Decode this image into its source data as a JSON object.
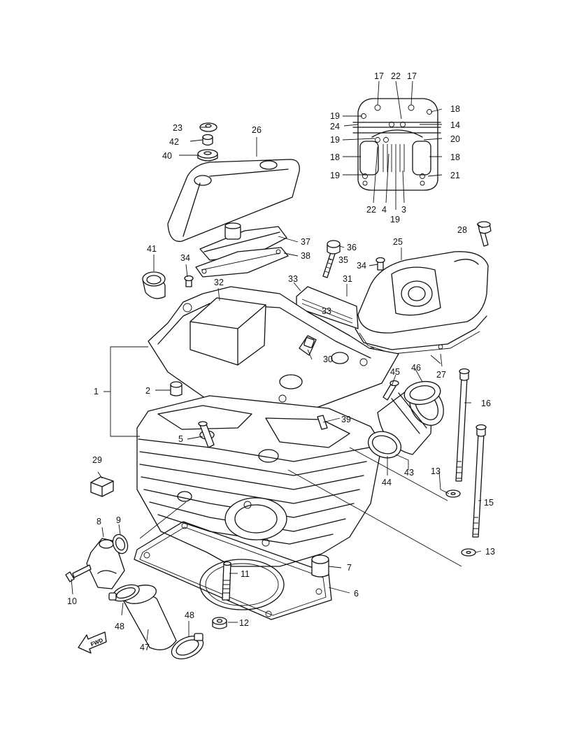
{
  "callouts": [
    {
      "key": "c1",
      "text": "1"
    },
    {
      "key": "c2",
      "text": "2"
    },
    {
      "key": "c3",
      "text": "3"
    },
    {
      "key": "c4",
      "text": "4"
    },
    {
      "key": "c5",
      "text": "5"
    },
    {
      "key": "c6",
      "text": "6"
    },
    {
      "key": "c7",
      "text": "7"
    },
    {
      "key": "c8",
      "text": "8"
    },
    {
      "key": "c9",
      "text": "9"
    },
    {
      "key": "c10",
      "text": "10"
    },
    {
      "key": "c11",
      "text": "11"
    },
    {
      "key": "c12",
      "text": "12"
    },
    {
      "key": "c13a",
      "text": "13"
    },
    {
      "key": "c13b",
      "text": "13"
    },
    {
      "key": "c14",
      "text": "14"
    },
    {
      "key": "c15",
      "text": "15"
    },
    {
      "key": "c16",
      "text": "16"
    },
    {
      "key": "c17a",
      "text": "17"
    },
    {
      "key": "c17b",
      "text": "17"
    },
    {
      "key": "c18a",
      "text": "18"
    },
    {
      "key": "c18b",
      "text": "18"
    },
    {
      "key": "c18c",
      "text": "18"
    },
    {
      "key": "c19a",
      "text": "19"
    },
    {
      "key": "c19b",
      "text": "19"
    },
    {
      "key": "c19c",
      "text": "19"
    },
    {
      "key": "c19d",
      "text": "19"
    },
    {
      "key": "c20",
      "text": "20"
    },
    {
      "key": "c21",
      "text": "21"
    },
    {
      "key": "c22a",
      "text": "22"
    },
    {
      "key": "c22b",
      "text": "22"
    },
    {
      "key": "c23",
      "text": "23"
    },
    {
      "key": "c24",
      "text": "24"
    },
    {
      "key": "c25",
      "text": "25"
    },
    {
      "key": "c26",
      "text": "26"
    },
    {
      "key": "c27",
      "text": "27"
    },
    {
      "key": "c28",
      "text": "28"
    },
    {
      "key": "c29",
      "text": "29"
    },
    {
      "key": "c30",
      "text": "30"
    },
    {
      "key": "c31",
      "text": "31"
    },
    {
      "key": "c32",
      "text": "32"
    },
    {
      "key": "c33a",
      "text": "33"
    },
    {
      "key": "c33b",
      "text": "33"
    },
    {
      "key": "c34a",
      "text": "34"
    },
    {
      "key": "c34b",
      "text": "34"
    },
    {
      "key": "c35",
      "text": "35"
    },
    {
      "key": "c36",
      "text": "36"
    },
    {
      "key": "c37",
      "text": "37"
    },
    {
      "key": "c38",
      "text": "38"
    },
    {
      "key": "c39",
      "text": "39"
    },
    {
      "key": "c40",
      "text": "40"
    },
    {
      "key": "c41",
      "text": "41"
    },
    {
      "key": "c42",
      "text": "42"
    },
    {
      "key": "c43",
      "text": "43"
    },
    {
      "key": "c44",
      "text": "44"
    },
    {
      "key": "c45",
      "text": "45"
    },
    {
      "key": "c46",
      "text": "46"
    },
    {
      "key": "c47",
      "text": "47"
    },
    {
      "key": "c48a",
      "text": "48"
    },
    {
      "key": "c48b",
      "text": "48"
    }
  ],
  "fwd_arrow_label": "FWD"
}
